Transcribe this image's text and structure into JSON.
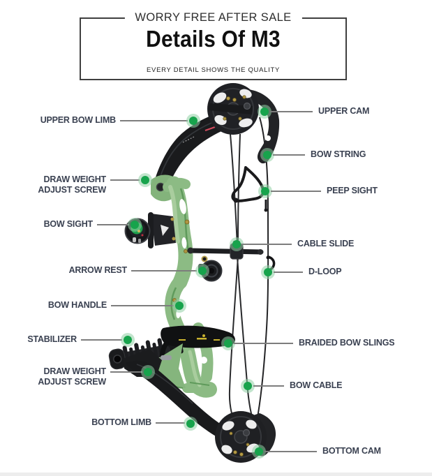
{
  "header": {
    "tagline": "WORRY FREE AFTER SALE",
    "title": "Details Of M3",
    "subtitle": "EVERY DETAIL SHOWS THE QUALITY"
  },
  "diagram": {
    "product_name": "M3 compound bow",
    "marker_color": "#17a34c",
    "marker_halo_color": "rgba(143,208,164,0.55)",
    "riser_color": "#8cbb84",
    "limb_color": "#1a1b1d",
    "label_color": "#3a4151",
    "callouts_left": [
      {
        "id": "upper-bow-limb",
        "label": "UPPER BOW LIMB"
      },
      {
        "id": "draw-weight-adjust-screw-upper",
        "label": "DRAW WEIGHT\nADJUST SCREW"
      },
      {
        "id": "bow-sight",
        "label": "BOW SIGHT"
      },
      {
        "id": "arrow-rest",
        "label": "ARROW REST"
      },
      {
        "id": "bow-handle",
        "label": "BOW HANDLE"
      },
      {
        "id": "stabilizer",
        "label": "STABILIZER"
      },
      {
        "id": "draw-weight-adjust-screw-lower",
        "label": "DRAW WEIGHT\nADJUST SCREW"
      },
      {
        "id": "bottom-limb",
        "label": "BOTTOM LIMB"
      }
    ],
    "callouts_right": [
      {
        "id": "upper-cam",
        "label": "UPPER CAM"
      },
      {
        "id": "bow-string",
        "label": "BOW STRING"
      },
      {
        "id": "peep-sight",
        "label": "PEEP SIGHT"
      },
      {
        "id": "cable-slide",
        "label": "CABLE SLIDE"
      },
      {
        "id": "d-loop",
        "label": "D-LOOP"
      },
      {
        "id": "braided-bow-slings",
        "label": "BRAIDED BOW SLINGS"
      },
      {
        "id": "bow-cable",
        "label": "BOW CABLE"
      },
      {
        "id": "bottom-cam",
        "label": "BOTTOM CAM"
      }
    ]
  }
}
